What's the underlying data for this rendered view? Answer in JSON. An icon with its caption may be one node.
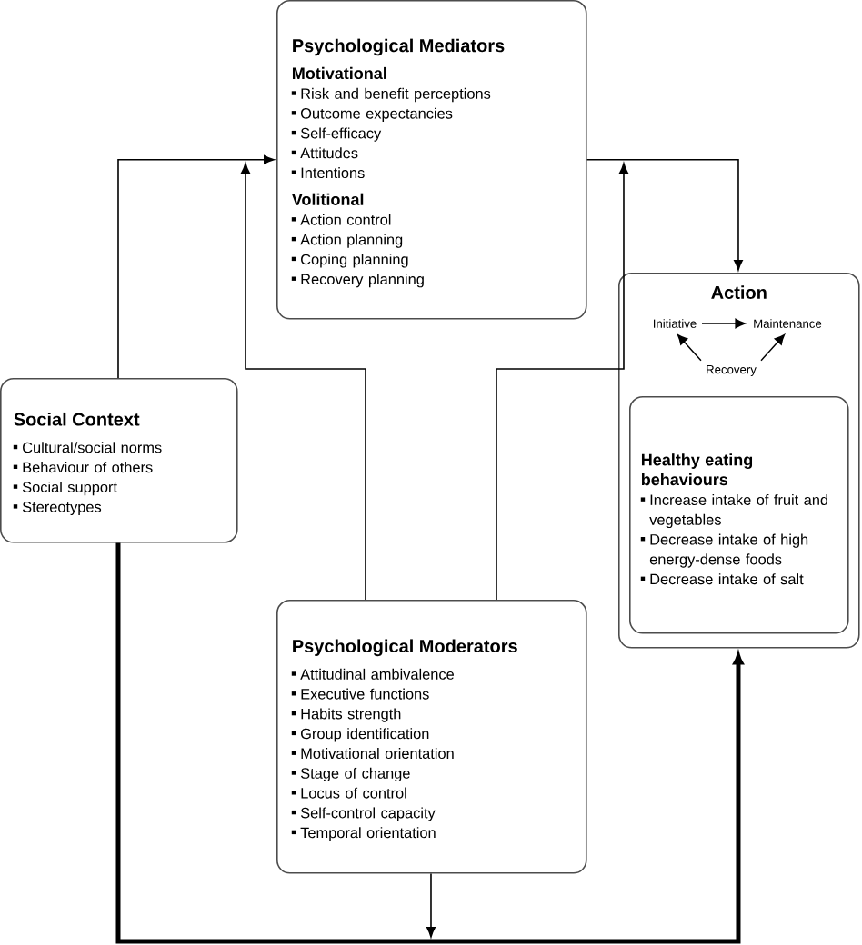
{
  "diagram": {
    "nodes": [
      {
        "text": [
          "Psychological Mediators",
          "Motivational",
          "Risk and benefit perceptions",
          "Outcome expectancies",
          "Self-efficacy",
          "Attitudes",
          "Intentions",
          "Volitional",
          "Action control",
          "Action planning",
          "Coping planning",
          "Recovery planning"
        ]
      },
      {
        "text": [
          "Social Context",
          "Cultural/social norms",
          "Behaviour of others",
          "Social support",
          "Stereotypes"
        ]
      },
      {
        "text": [
          "Action"
        ]
      },
      {
        "text": [
          "Initiative"
        ],
        "in": 2
      },
      {
        "text": [
          "Maintenance"
        ],
        "in": 2
      },
      {
        "text": [
          "Recovery"
        ],
        "in": 2
      },
      {
        "text": [
          "Healthy eating behaviours",
          "Increase intake of fruit and vegetables",
          "Decrease intake of high energy-dense foods",
          "Decrease intake of salt"
        ],
        "in": 2
      },
      {
        "text": [
          "Psychological Moderators",
          "Attitudinal ambivalence",
          "Executive functions",
          "Habits strength",
          "Group identification",
          "Motivational orientation",
          "Stage of change",
          "Locus of control",
          "Self-control capacity",
          "Temporal orientation"
        ]
      }
    ],
    "edges": [
      {
        "from": 1,
        "to": 0,
        "arrow": "to"
      },
      {
        "from": 0,
        "to": 2,
        "arrow": "to"
      },
      {
        "from": 1,
        "to": 2,
        "arrow": "to",
        "style": "thick"
      },
      {
        "from": 7,
        "to": null,
        "arrow": "to"
      },
      {
        "from": 7,
        "to": null,
        "arrow": "to"
      },
      {
        "from": 7,
        "to": null,
        "arrow": "to"
      },
      {
        "from": 3,
        "to": 4,
        "arrow": "to"
      },
      {
        "from": 5,
        "to": 3,
        "arrow": "to"
      },
      {
        "from": 5,
        "to": 4,
        "arrow": "to"
      }
    ]
  }
}
